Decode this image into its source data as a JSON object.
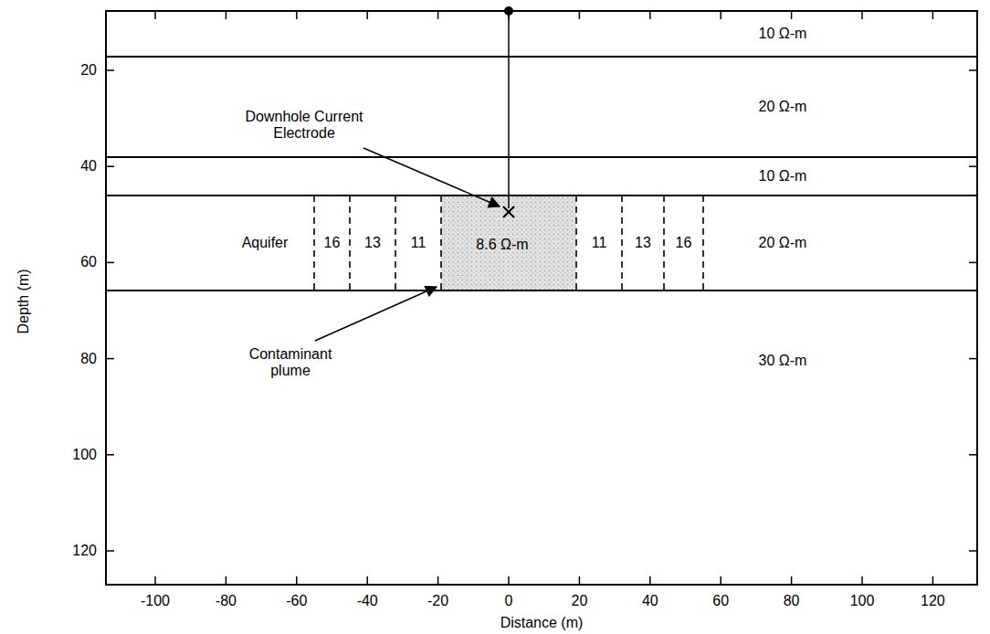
{
  "diagram": {
    "nodes": [
      {
        "text": [
          "10 Ω-m"
        ]
      },
      {
        "text": [
          "20 Ω-m"
        ]
      },
      {
        "text": [
          "10 Ω-m"
        ]
      },
      {
        "text": [
          "Aquifer",
          "20 Ω-m"
        ]
      },
      {
        "text": [
          "16"
        ],
        "in": 3
      },
      {
        "text": [
          "13"
        ],
        "in": 3
      },
      {
        "text": [
          "11"
        ],
        "in": 3
      },
      {
        "text": [
          "8.6 Ω-m"
        ],
        "in": 3
      },
      {
        "text": [
          "11"
        ],
        "in": 3
      },
      {
        "text": [
          "13"
        ],
        "in": 3
      },
      {
        "text": [
          "16"
        ],
        "in": 3
      },
      {
        "text": [
          "30 Ω-m"
        ]
      }
    ],
    "labels": [
      "20",
      "40",
      "60",
      "80",
      "100",
      "120",
      "-100",
      "-80",
      "-60",
      "-40",
      "-20",
      "0",
      "20",
      "40",
      "60",
      "80",
      "100",
      "120",
      "Depth (m)",
      "Distance (m)",
      "Downhole Current Electrode",
      "Contaminant plume"
    ]
  }
}
